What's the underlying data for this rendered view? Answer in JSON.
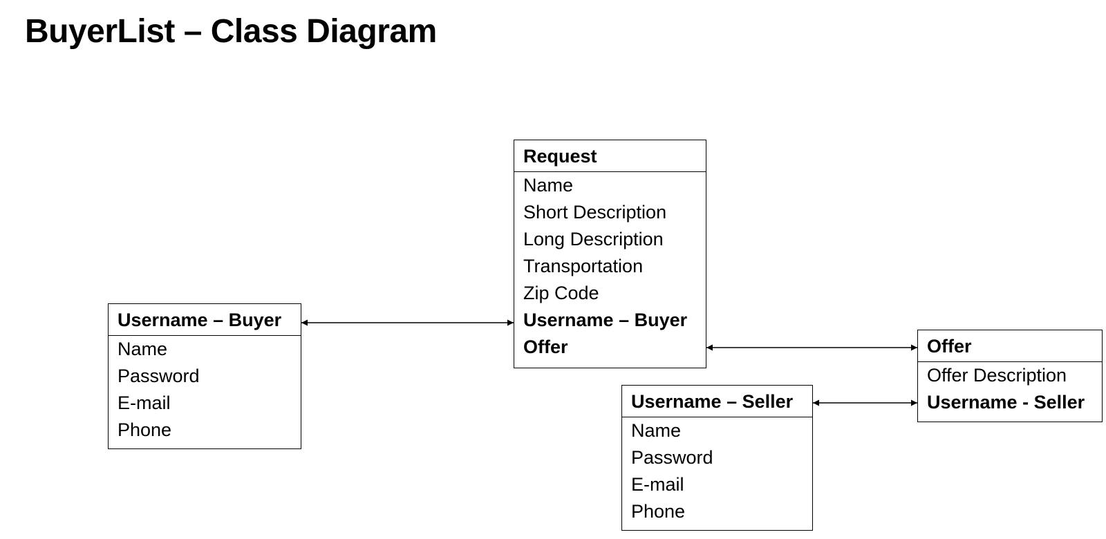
{
  "title": "BuyerList – Class Diagram",
  "classes": {
    "buyer": {
      "name": "Username – Buyer",
      "attributes": [
        "Name",
        "Password",
        "E-mail",
        "Phone"
      ]
    },
    "request": {
      "name": "Request",
      "attributes": [
        "Name",
        "Short Description",
        "Long Description",
        "Transportation",
        "Zip Code"
      ],
      "reference_attributes": [
        "Username – Buyer",
        "Offer"
      ]
    },
    "seller": {
      "name": "Username – Seller",
      "attributes": [
        "Name",
        "Password",
        "E-mail",
        "Phone"
      ]
    },
    "offer": {
      "name": "Offer",
      "attributes": [
        "Offer Description"
      ],
      "reference_attributes": [
        "Username - Seller"
      ]
    }
  },
  "connections": [
    {
      "from": "buyer",
      "to": "request",
      "style": "bidirectional-arrow"
    },
    {
      "from": "request",
      "to": "offer",
      "style": "bidirectional-arrow"
    },
    {
      "from": "seller",
      "to": "offer",
      "style": "bidirectional-arrow"
    }
  ],
  "colors": {
    "line": "#000000",
    "background": "#ffffff",
    "text": "#000000"
  }
}
